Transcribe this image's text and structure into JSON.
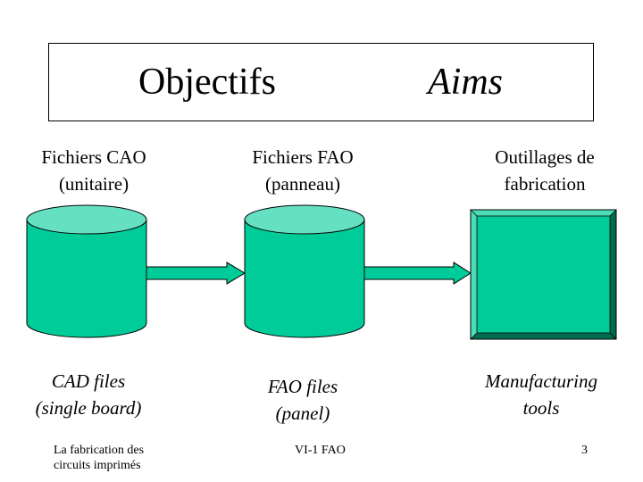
{
  "title": {
    "french": "Objectifs",
    "english": "Aims"
  },
  "columns": [
    {
      "french_label": [
        "Fichiers CAO",
        "(unitaire)"
      ],
      "english_label": [
        "CAD files",
        "(single board)"
      ]
    },
    {
      "french_label": [
        "Fichiers FAO",
        "(panneau)"
      ],
      "english_label": [
        "FAO files",
        "(panel)"
      ]
    },
    {
      "french_label": [
        "Outillages de",
        "fabrication"
      ],
      "english_label": [
        "Manufacturing",
        "tools"
      ]
    }
  ],
  "footer": {
    "course_line1": "La fabrication des",
    "course_line2": "circuits imprimés",
    "chapter": "VI-1 FAO",
    "page_number": "3"
  },
  "colors": {
    "shape_fill": "#00CC99",
    "shape_top": "#66E0C2",
    "tool_dark": "#006B50",
    "tool_light": "#4DDCB8"
  }
}
